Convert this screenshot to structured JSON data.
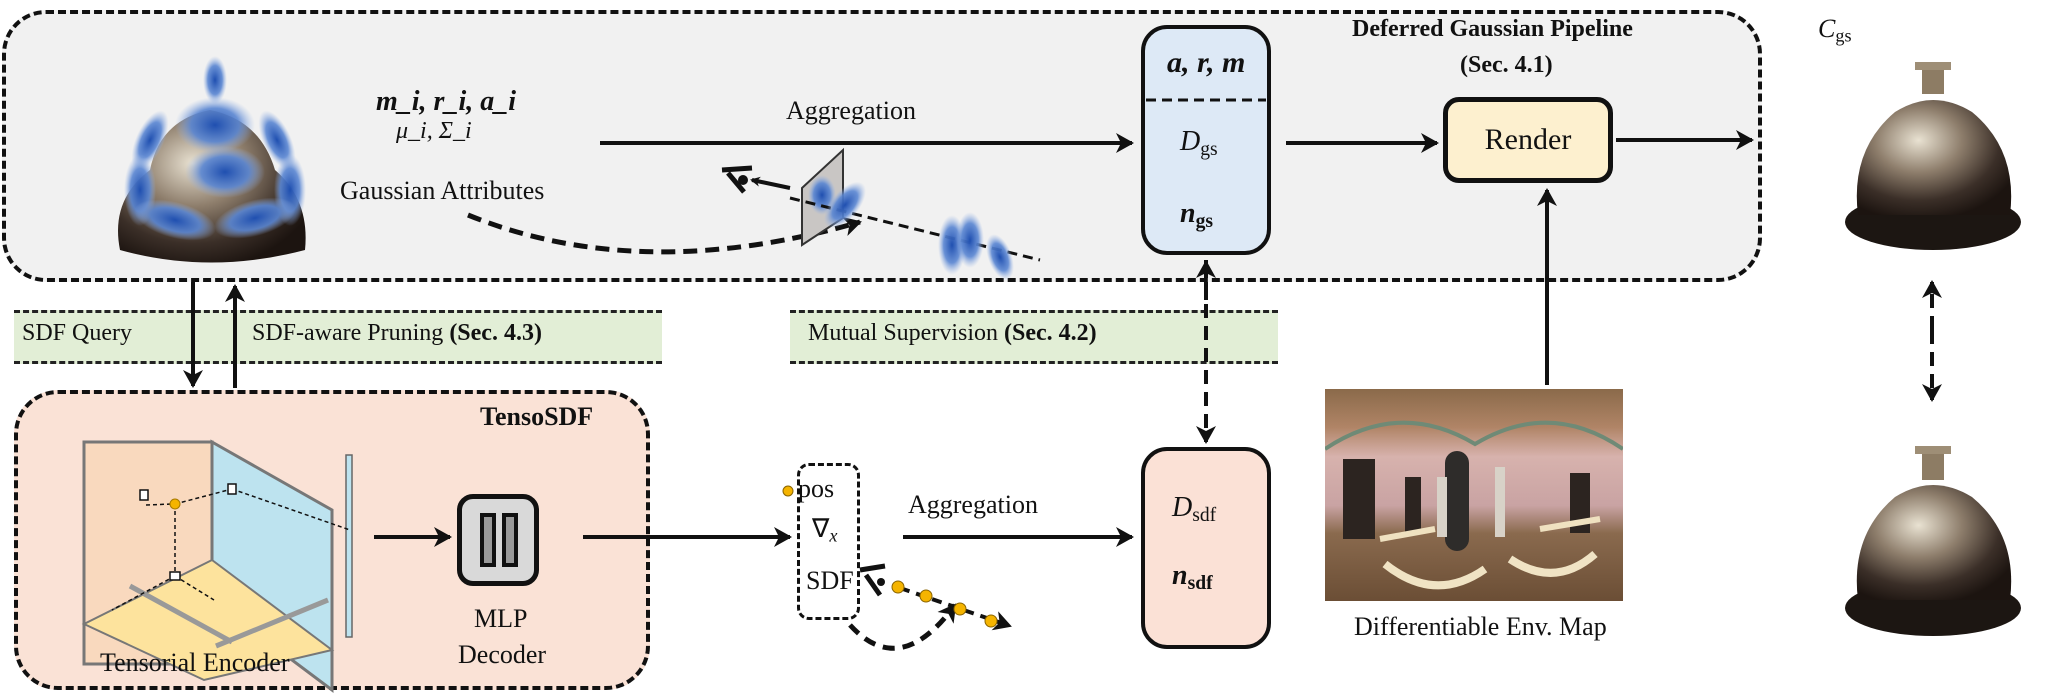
{
  "title": "Deferred Gaussian + TensoSDF pipeline overview",
  "panels": {
    "gaussian": {
      "title_line1": "Deferred Gaussian Pipeline",
      "title_line2": "(Sec. 4.1)",
      "attributes_line1": "m_i, r_i, a_i",
      "attributes_line2": "μ_i, Σ_i",
      "attributes_caption": "Gaussian Attributes",
      "aggregation_label": "Aggregation",
      "feature_buffer": {
        "top": "a, r, m",
        "depth": "D",
        "depth_sub": "gs",
        "normal": "n",
        "normal_sub": "gs"
      },
      "render_label": "Render"
    },
    "tensosdf": {
      "title": "TensoSDF",
      "encoder_caption": "Tensorial Encoder",
      "decoder_caption_line1": "MLP",
      "decoder_caption_line2": "Decoder"
    }
  },
  "bands": {
    "sdf_query": "SDF Query",
    "pruning": "SDF-aware Pruning",
    "pruning_sec": "(Sec. 4.3)",
    "mutual": "Mutual Supervision",
    "mutual_sec": "(Sec. 4.2)"
  },
  "sdf_branch": {
    "pos_label": "pos",
    "grad_label": "∇",
    "grad_sub": "x",
    "sdf_label": "SDF",
    "aggregation_label": "Aggregation",
    "buffer": {
      "depth": "D",
      "depth_sub": "sdf",
      "normal": "n",
      "normal_sub": "sdf"
    }
  },
  "outputs": {
    "color_label": "C",
    "color_sub": "gs",
    "env_map_caption": "Differentiable Env. Map"
  },
  "colors": {
    "gaussian_panel": "#f1f1f1",
    "tensosdf_panel": "#fae2d6",
    "band": "#e2eed6",
    "feature_buffer": "#dde9f6",
    "sdf_buffer": "#fbe1d6",
    "render_box": "#fdf0cf",
    "sample_point": "#f5b400",
    "gaussian_blob": "#3d6fc4"
  }
}
